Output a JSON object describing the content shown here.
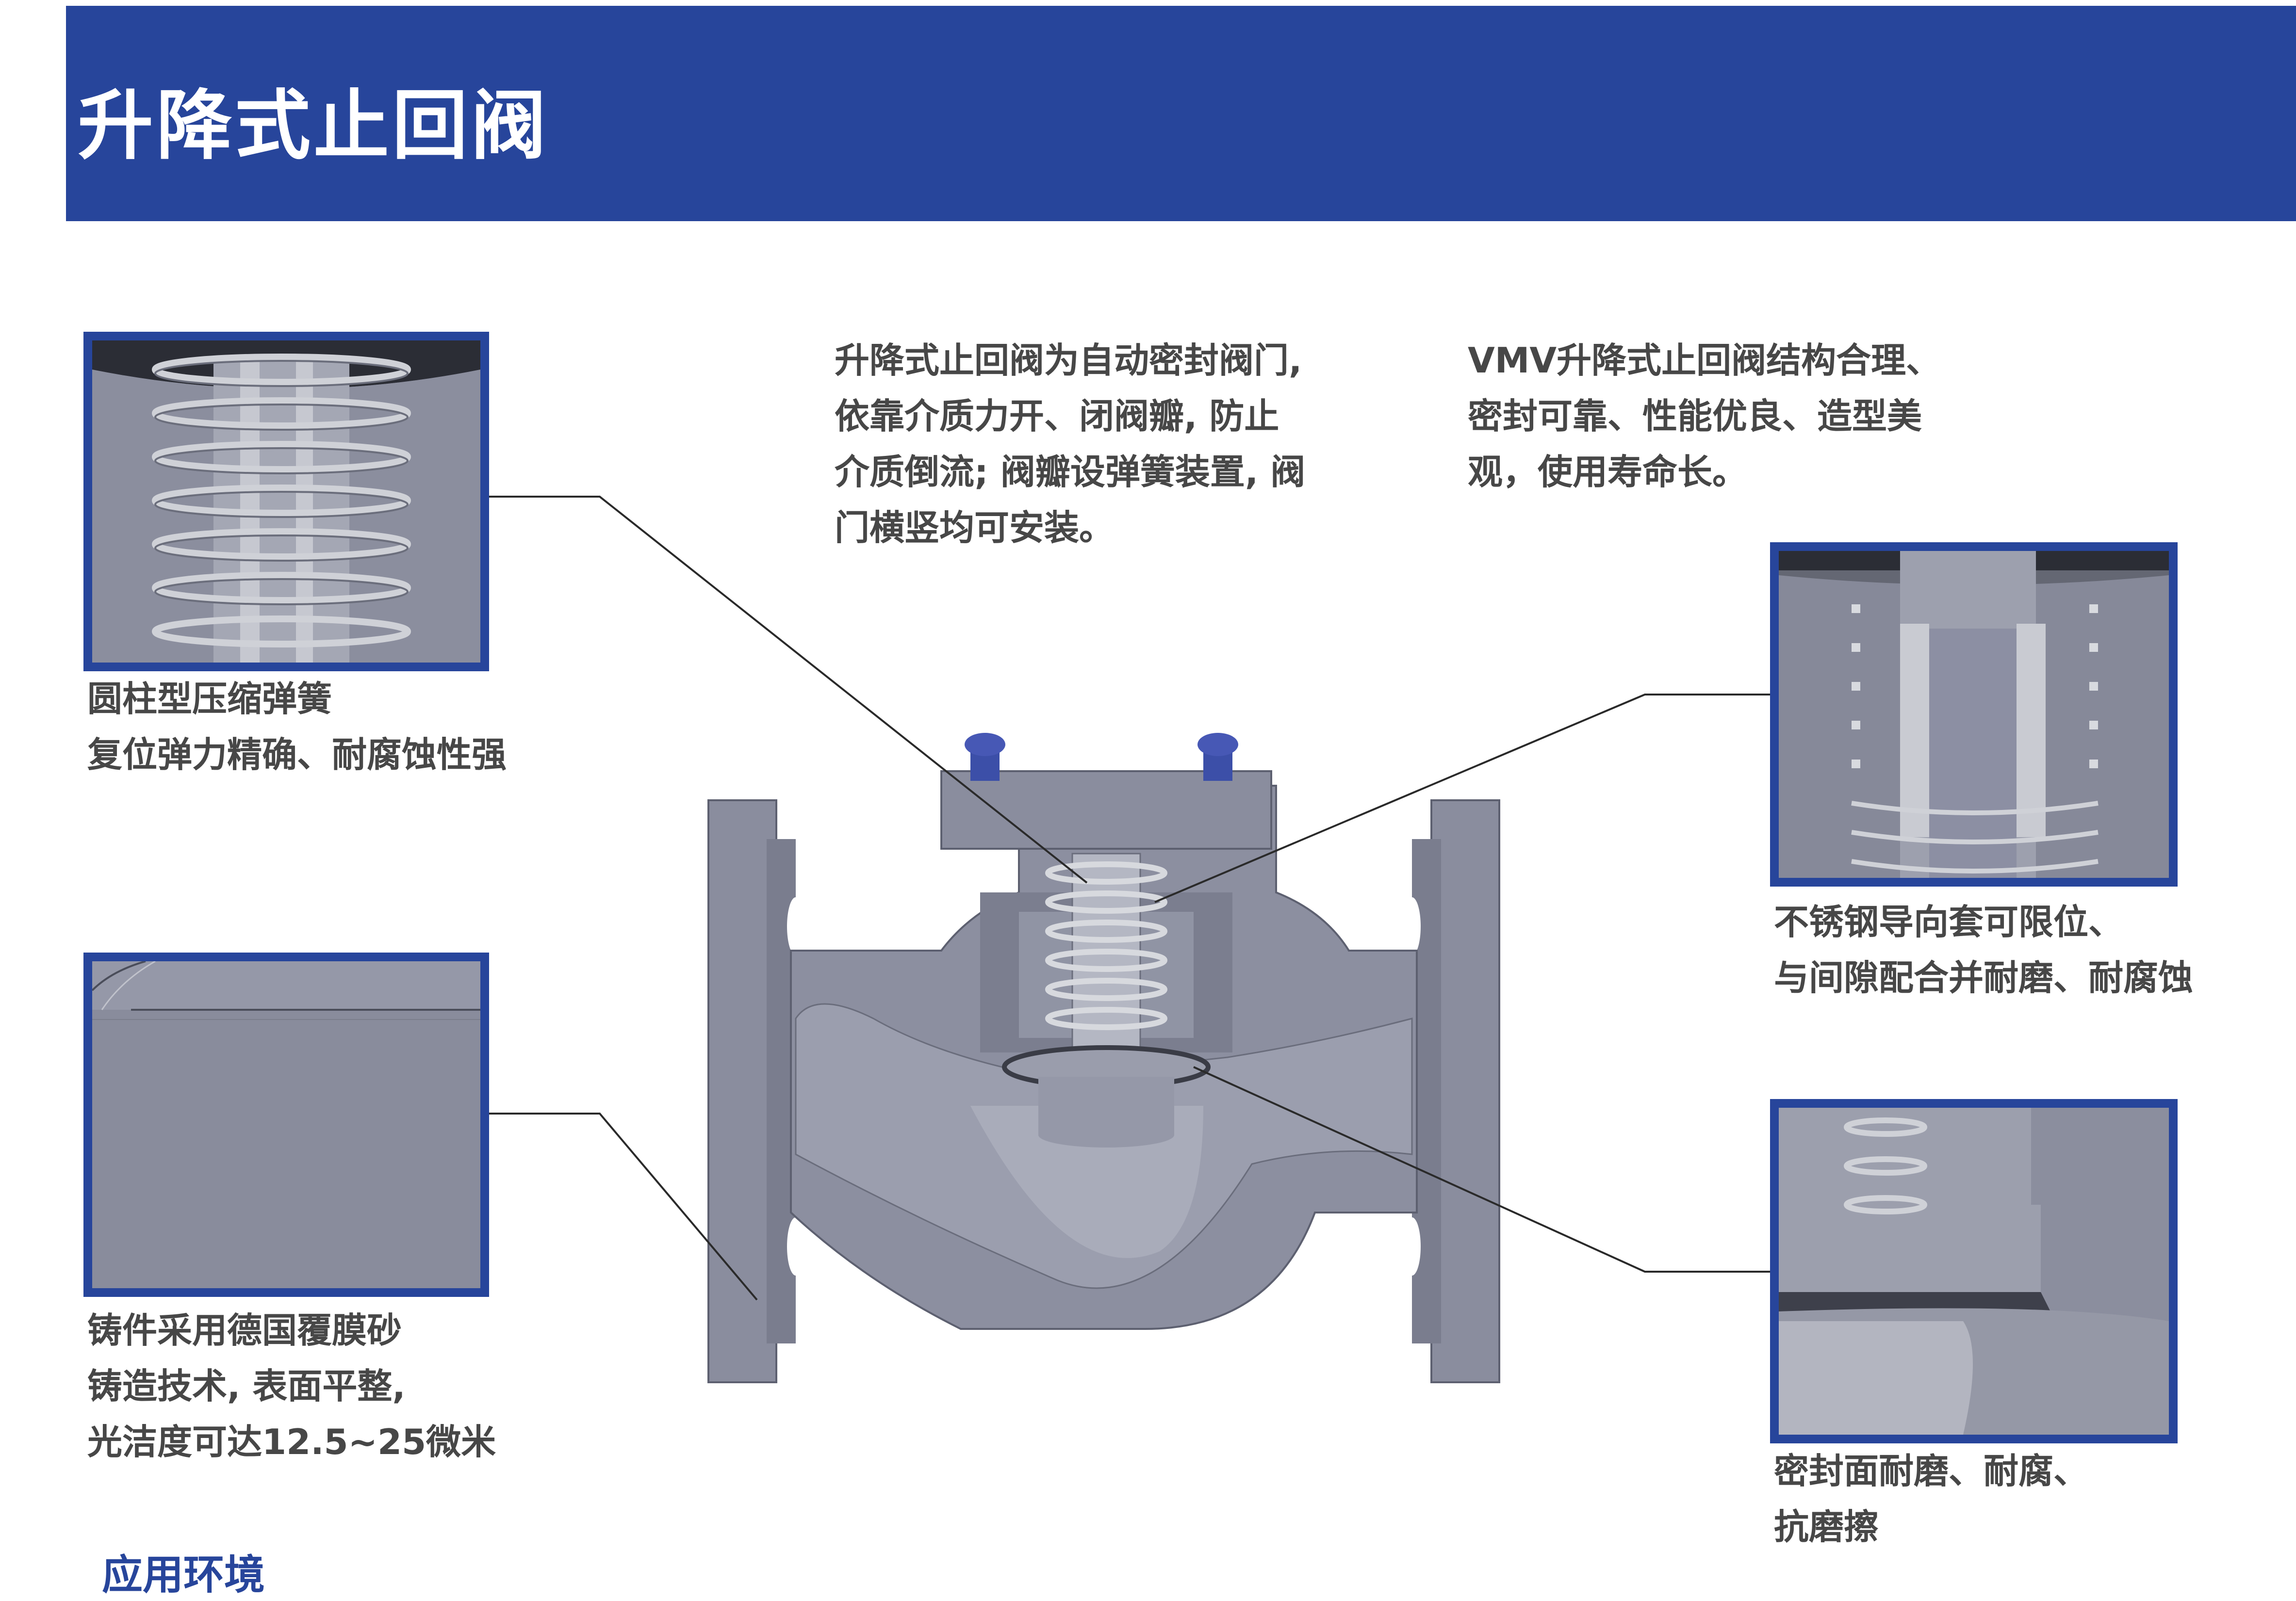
{
  "header": {
    "title": "升降式止回阀"
  },
  "intro": {
    "left_lines": [
      "升降式止回阀为自动密封阀门,",
      "依靠介质力开、闭阀瓣, 防止",
      "介质倒流; 阀瓣设弹簧装置, 阀",
      "门横竖均可安装。"
    ],
    "right_lines": [
      "VMV升降式止回阀结构合理、",
      "密封可靠、性能优良、造型美",
      "观，使用寿命长。"
    ]
  },
  "callouts": {
    "spring": {
      "lines": [
        "圆柱型压缩弹簧",
        "复位弹力精确、耐腐蚀性强"
      ],
      "icon": "spring-detail-image"
    },
    "casting": {
      "lines": [
        "铸件采用德国覆膜砂",
        "铸造技术, 表面平整,",
        "光洁度可达12.5~25微米"
      ],
      "icon": "casting-surface-image"
    },
    "guide": {
      "lines": [
        "不锈钢导向套可限位、",
        "与间隙配合并耐磨、耐腐蚀"
      ],
      "icon": "guide-sleeve-image"
    },
    "seal": {
      "lines": [
        "密封面耐磨、耐腐、",
        "抗磨擦"
      ],
      "icon": "sealing-face-image"
    }
  },
  "section": {
    "title": "应用环境"
  },
  "colors": {
    "brand_blue": "#27459b",
    "metal_gray": "#8a8d9c",
    "text": "#474747"
  }
}
